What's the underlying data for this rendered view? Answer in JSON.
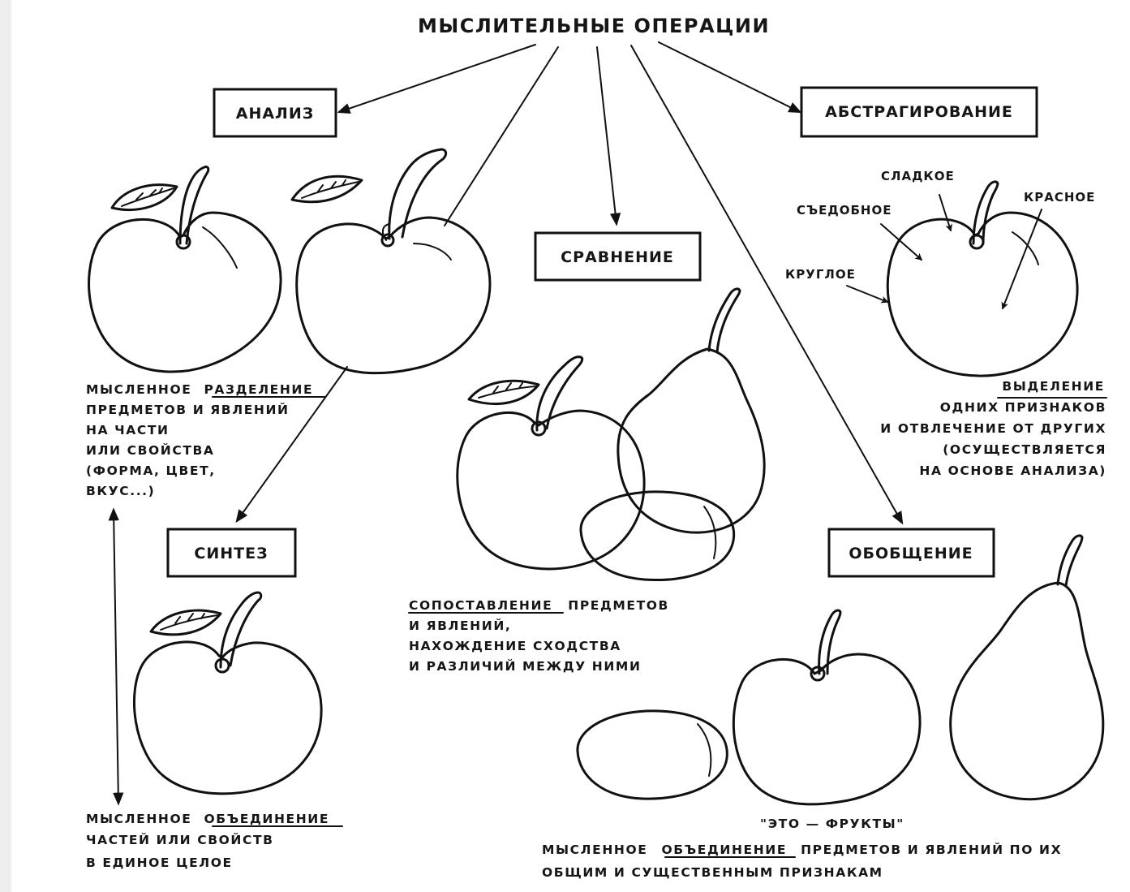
{
  "title": "МЫСЛИТЕЛЬНЫЕ ОПЕРАЦИИ",
  "boxes": {
    "analysis": "АНАЛИЗ",
    "abstraction": "АБСТРАГИРОВАНИЕ",
    "comparison": "СРАВНЕНИЕ",
    "synthesis": "СИНТЕЗ",
    "generalization": "ОБОБЩЕНИЕ"
  },
  "attributes": {
    "sweet": "СЛАДКОЕ",
    "red": "КРАСНОЕ",
    "edible": "СЪЕДОБНОЕ",
    "round": "КРУГЛОЕ"
  },
  "analysis_caption": {
    "l1_prefix": "МЫСЛЕННОЕ",
    "l1_key": "РАЗДЕЛЕНИЕ",
    "l2": "ПРЕДМЕТОВ И ЯВЛЕНИЙ",
    "l3": "НА ЧАСТИ",
    "l4": "ИЛИ СВОЙСТВА",
    "l5": "(ФОРМА, ЦВЕТ,",
    "l6": "ВКУС...)"
  },
  "abstraction_caption": {
    "l1": "ВЫДЕЛЕНИЕ",
    "l2": "ОДНИХ ПРИЗНАКОВ",
    "l3": "И ОТВЛЕЧЕНИЕ ОТ ДРУГИХ",
    "l4": "(ОСУЩЕСТВЛЯЕТСЯ",
    "l5": "НА ОСНОВЕ АНАЛИЗА)"
  },
  "comparison_caption": {
    "l1_key": "СОПОСТАВЛЕНИЕ",
    "l1_suffix": "ПРЕДМЕТОВ",
    "l2": "И ЯВЛЕНИЙ,",
    "l3": "НАХОЖДЕНИЕ СХОДСТВА",
    "l4": "И РАЗЛИЧИЙ МЕЖДУ НИМИ"
  },
  "synthesis_caption": {
    "l1_prefix": "МЫСЛЕННОЕ",
    "l1_key": "ОБЪЕДИНЕНИЕ",
    "l2": "ЧАСТЕЙ ИЛИ СВОЙСТВ",
    "l3": "В ЕДИНОЕ ЦЕЛОЕ"
  },
  "generalization_quote": "\"ЭТО — ФРУКТЫ\"",
  "generalization_caption": {
    "l1_prefix": "МЫСЛЕННОЕ",
    "l1_key": "ОБЪЕДИНЕНИЕ",
    "l1_suffix": "ПРЕДМЕТОВ И ЯВЛЕНИЙ ПО ИХ",
    "l2": "ОБЩИМ И СУЩЕСТВЕННЫМ ПРИЗНАКАМ"
  }
}
